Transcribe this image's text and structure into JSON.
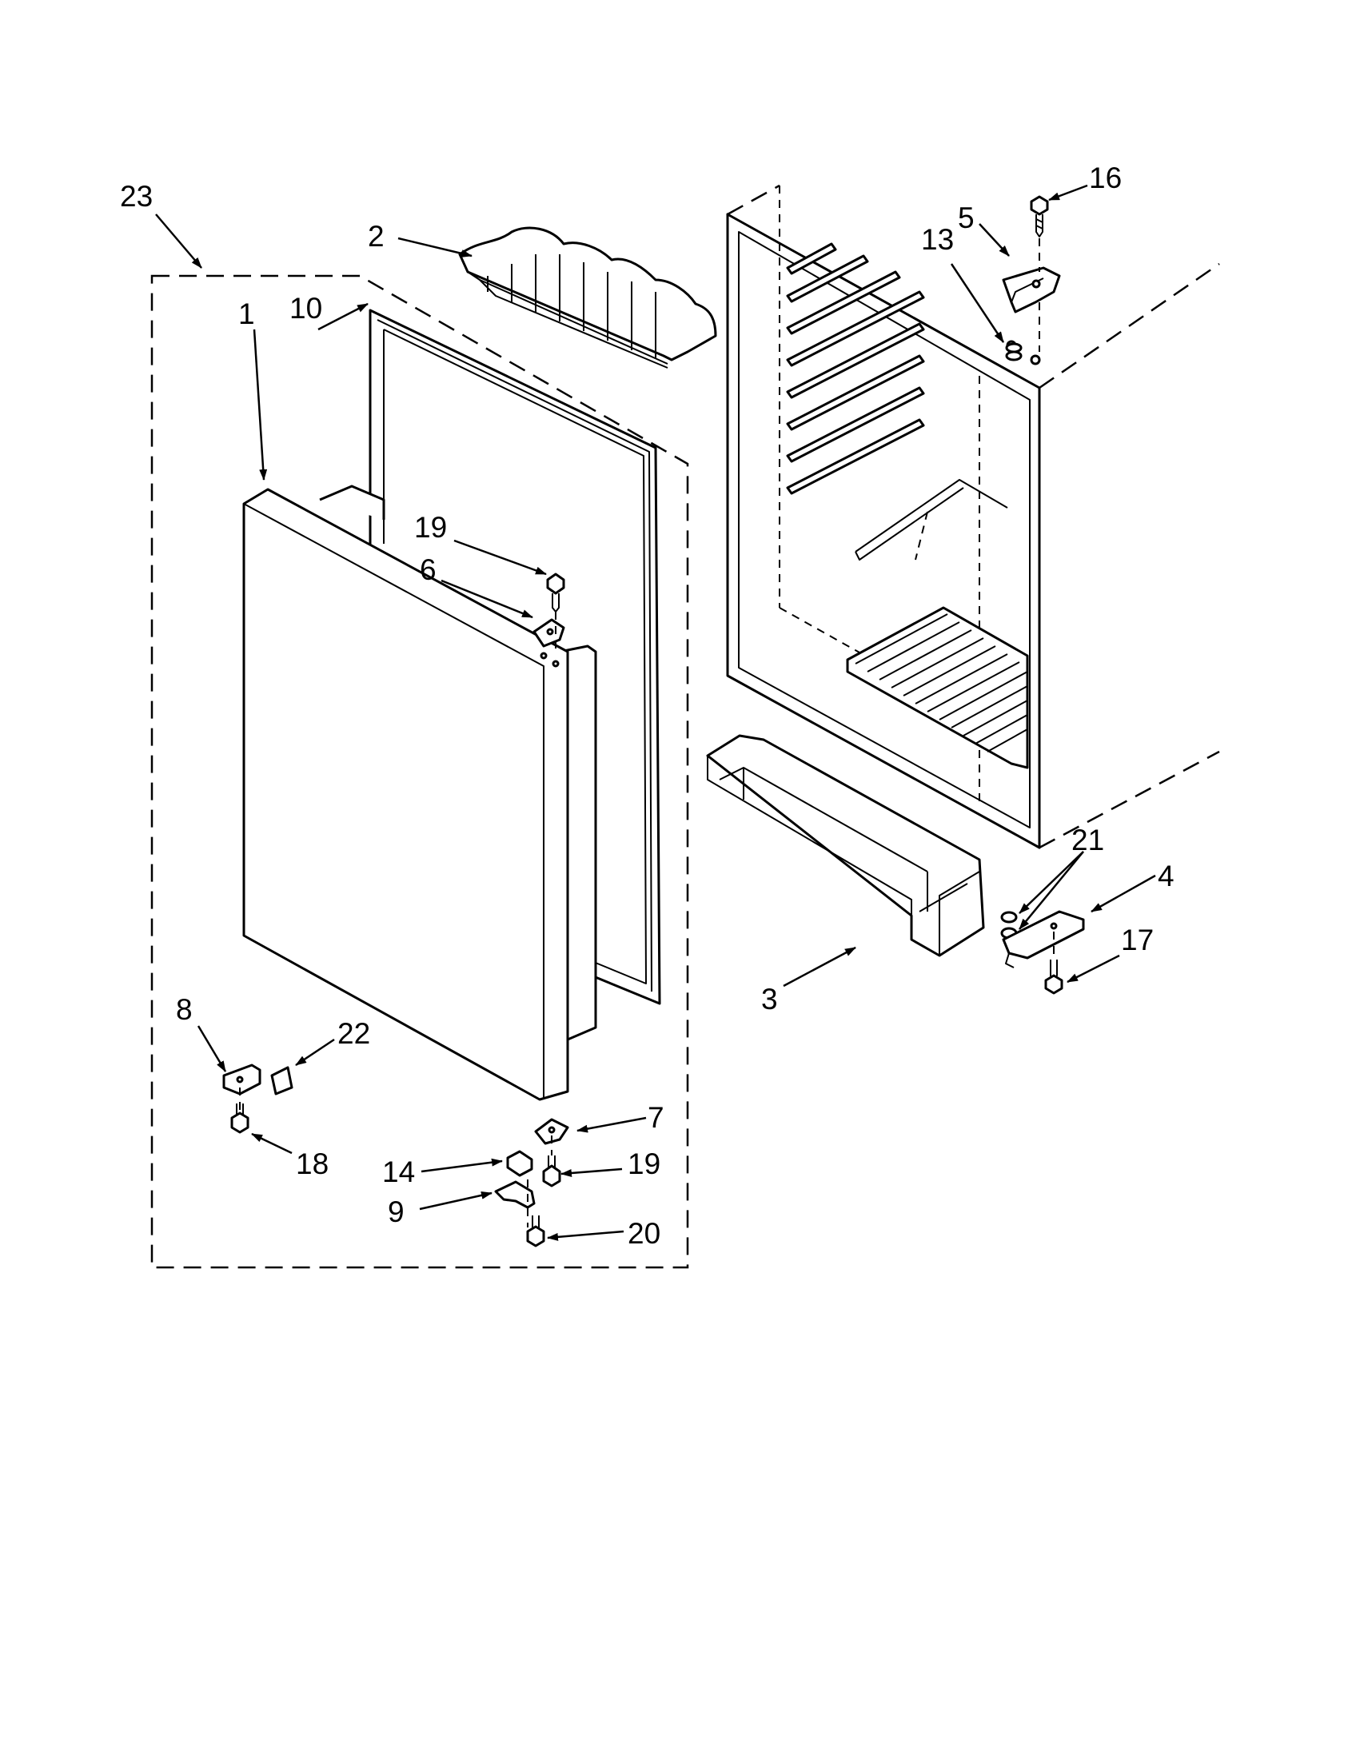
{
  "diagram": {
    "callouts": [
      {
        "id": "23",
        "label": "23"
      },
      {
        "id": "2",
        "label": "2"
      },
      {
        "id": "1",
        "label": "1"
      },
      {
        "id": "10",
        "label": "10"
      },
      {
        "id": "16",
        "label": "16"
      },
      {
        "id": "5",
        "label": "5"
      },
      {
        "id": "13",
        "label": "13"
      },
      {
        "id": "19a",
        "label": "19"
      },
      {
        "id": "6",
        "label": "6"
      },
      {
        "id": "21",
        "label": "21"
      },
      {
        "id": "4",
        "label": "4"
      },
      {
        "id": "17",
        "label": "17"
      },
      {
        "id": "3",
        "label": "3"
      },
      {
        "id": "8",
        "label": "8"
      },
      {
        "id": "22",
        "label": "22"
      },
      {
        "id": "7",
        "label": "7"
      },
      {
        "id": "18",
        "label": "18"
      },
      {
        "id": "14",
        "label": "14"
      },
      {
        "id": "19b",
        "label": "19"
      },
      {
        "id": "9",
        "label": "9"
      },
      {
        "id": "20",
        "label": "20"
      }
    ]
  }
}
